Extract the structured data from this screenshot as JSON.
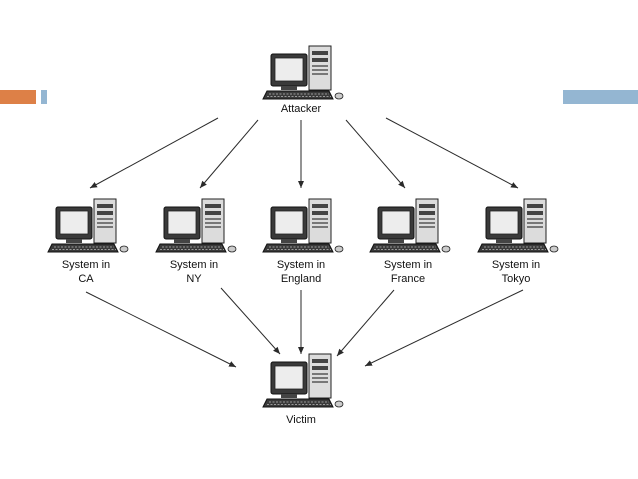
{
  "colors": {
    "accent_orange": "#dd8047",
    "accent_blue": "#94b6d2",
    "line": "#2a2a2a"
  },
  "diagram": {
    "attacker": {
      "label": "Attacker",
      "icon": "desktop-computer-icon"
    },
    "relays": [
      {
        "line1": "System in",
        "line2": "CA",
        "icon": "desktop-computer-icon"
      },
      {
        "line1": "System in",
        "line2": "NY",
        "icon": "desktop-computer-icon"
      },
      {
        "line1": "System in",
        "line2": "England",
        "icon": "desktop-computer-icon"
      },
      {
        "line1": "System in",
        "line2": "France",
        "icon": "desktop-computer-icon"
      },
      {
        "line1": "System in",
        "line2": "Tokyo",
        "icon": "desktop-computer-icon"
      }
    ],
    "victim": {
      "label": "Victim",
      "icon": "desktop-computer-icon"
    }
  }
}
